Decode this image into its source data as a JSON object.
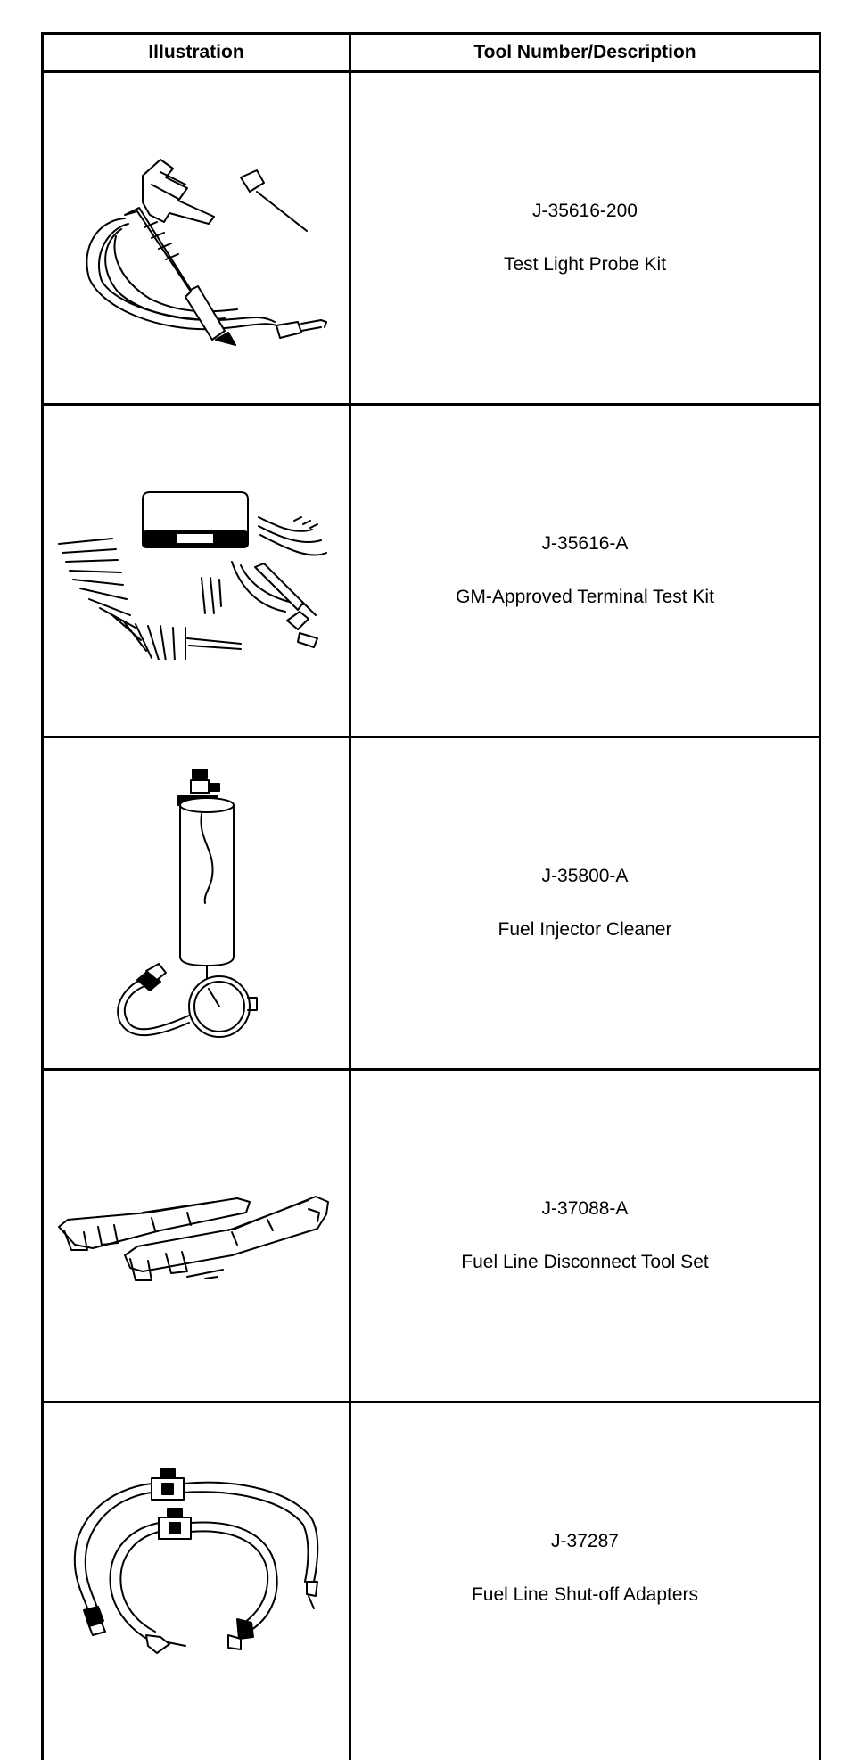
{
  "table": {
    "headers": {
      "illustration": "Illustration",
      "tool": "Tool Number/Description"
    },
    "rows": [
      {
        "number": "J-35616-200",
        "description": "Test Light Probe Kit",
        "icon": "test-light-probe-icon"
      },
      {
        "number": "J-35616-A",
        "description": "GM-Approved Terminal Test Kit",
        "icon": "terminal-test-kit-icon"
      },
      {
        "number": "J-35800-A",
        "description": "Fuel Injector Cleaner",
        "icon": "fuel-injector-cleaner-icon"
      },
      {
        "number": "J-37088-A",
        "description": "Fuel Line Disconnect Tool Set",
        "icon": "fuel-line-disconnect-tool-icon"
      },
      {
        "number": "J-37287",
        "description": "Fuel Line Shut-off Adapters",
        "icon": "fuel-line-shutoff-adapters-icon"
      }
    ]
  }
}
